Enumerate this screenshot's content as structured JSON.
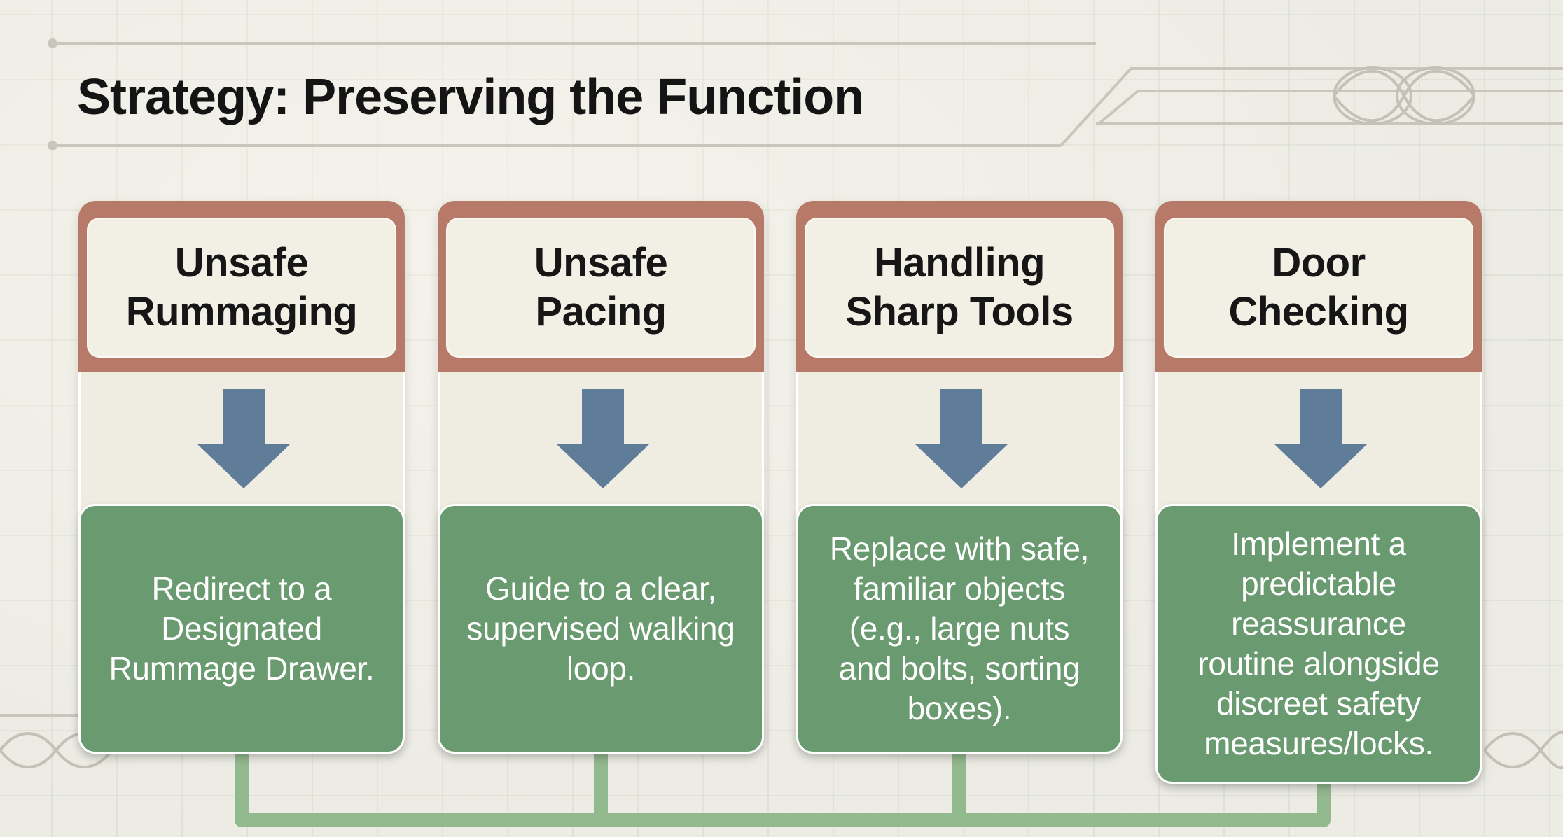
{
  "title": "Strategy: Preserving the Function",
  "colors": {
    "header_frame": "#b87a68",
    "header_fill": "#f2efe4",
    "arrow": "#5f7d99",
    "action_fill": "#6a9a6f",
    "connector": "#93b98f"
  },
  "columns": [
    {
      "behavior": "Unsafe\nRummaging",
      "strategy": "Redirect to a Designated Rummage Drawer.",
      "icon": "down-arrow-icon"
    },
    {
      "behavior": "Unsafe\nPacing",
      "strategy": "Guide to a clear, supervised walking loop.",
      "icon": "down-arrow-icon"
    },
    {
      "behavior": "Handling\nSharp Tools",
      "strategy": "Replace with safe, familiar objects (e.g., large nuts and bolts, sorting boxes).",
      "icon": "down-arrow-icon"
    },
    {
      "behavior": "Door\nChecking",
      "strategy": "Implement a predictable reassurance routine alongside discreet safety measures/locks.",
      "icon": "down-arrow-icon"
    }
  ]
}
